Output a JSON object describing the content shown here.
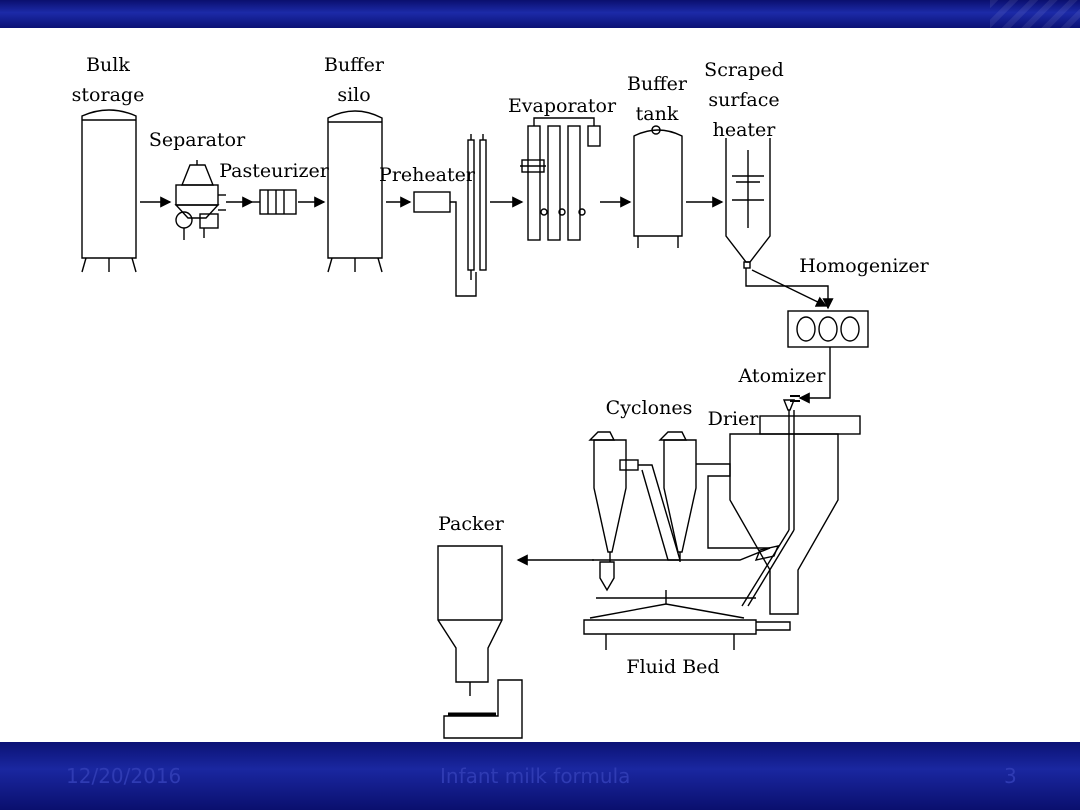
{
  "diagram": {
    "labels": {
      "bulk_storage": [
        "Bulk",
        "storage"
      ],
      "separator": "Separator",
      "pasteurizer": "Pasteurizer",
      "buffer_silo": [
        "Buffer",
        "silo"
      ],
      "preheater": "Preheater",
      "evaporator": "Evaporator",
      "buffer_tank": [
        "Buffer",
        "tank"
      ],
      "scraped_surface_heater": [
        "Scraped",
        "surface",
        "heater"
      ],
      "homogenizer": "Homogenizer",
      "atomizer": "Atomizer",
      "cyclones": "Cyclones",
      "drier": "Drier",
      "packer": "Packer",
      "fluid_bed": "Fluid Bed"
    }
  },
  "footer": {
    "date": "12/20/2016",
    "title": "Infant milk formula",
    "page": "3"
  }
}
